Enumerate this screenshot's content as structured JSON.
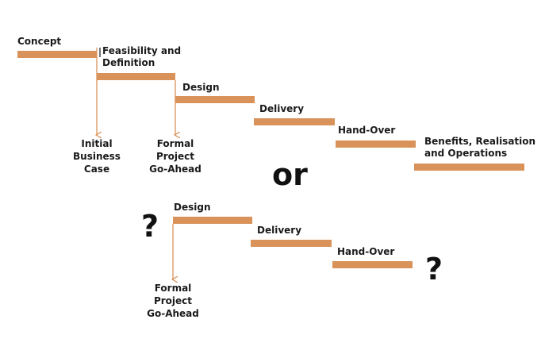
{
  "colors": {
    "bar": "#D9935A",
    "arrow": "#D9935A",
    "text": "#1a1a1a"
  },
  "top_sequence": {
    "stages": [
      {
        "id": "concept",
        "label_lines": [
          "Concept"
        ]
      },
      {
        "id": "feasibility",
        "label_lines": [
          "Feasibility and",
          "Definition"
        ]
      },
      {
        "id": "design",
        "label_lines": [
          "Design"
        ]
      },
      {
        "id": "delivery",
        "label_lines": [
          "Delivery"
        ]
      },
      {
        "id": "handover",
        "label_lines": [
          "Hand-Over"
        ]
      },
      {
        "id": "benefits",
        "label_lines": [
          "Benefits, Realisation",
          "and Operations"
        ]
      }
    ],
    "milestones": [
      {
        "id": "initial-business-case",
        "label_lines": [
          "Initial",
          "Business",
          "Case"
        ]
      },
      {
        "id": "formal-project-go-ahead",
        "label_lines": [
          "Formal",
          "Project",
          "Go-Ahead"
        ]
      }
    ]
  },
  "separator_word": "or",
  "bottom_sequence": {
    "leading_mark": "?",
    "trailing_mark": "?",
    "stages": [
      {
        "id": "design2",
        "label_lines": [
          "Design"
        ]
      },
      {
        "id": "delivery2",
        "label_lines": [
          "Delivery"
        ]
      },
      {
        "id": "handover2",
        "label_lines": [
          "Hand-Over"
        ]
      }
    ],
    "milestones": [
      {
        "id": "formal-project-go-ahead-2",
        "label_lines": [
          "Formal",
          "Project",
          "Go-Ahead"
        ]
      }
    ]
  }
}
